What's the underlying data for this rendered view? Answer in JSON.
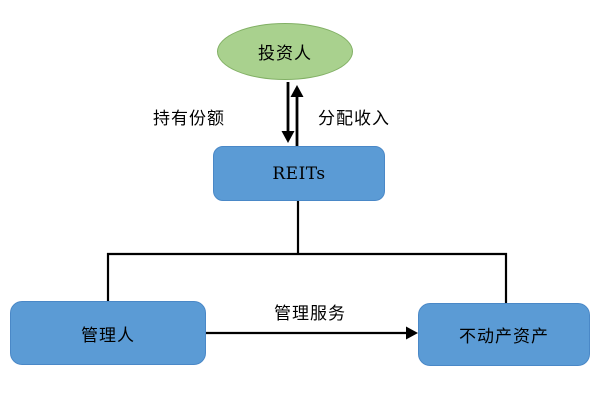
{
  "diagram": {
    "background": "#ffffff",
    "line_color": "#000000",
    "nodes": {
      "investor": {
        "label": "投资人",
        "shape": "ellipse",
        "fill": "#a9d18e",
        "border": "#82b065"
      },
      "reits": {
        "label": "REITs",
        "shape": "rounded-rect",
        "fill": "#5b9bd5",
        "border": "#4a88c7"
      },
      "manager": {
        "label": "管理人",
        "shape": "rounded-rect",
        "fill": "#5b9bd5",
        "border": "#4a88c7"
      },
      "real_estate_assets": {
        "label": "不动产资产",
        "shape": "rounded-rect",
        "fill": "#5b9bd5",
        "border": "#4a88c7"
      }
    },
    "edges": {
      "hold_shares": {
        "from": "investor",
        "to": "reits",
        "label": "持有份额",
        "arrow": "down"
      },
      "distribute_income": {
        "from": "reits",
        "to": "investor",
        "label": "分配收入",
        "arrow": "up"
      },
      "management_service": {
        "from": "manager",
        "to": "real_estate_assets",
        "label": "管理服务",
        "arrow": "right"
      },
      "reits_to_manager": {
        "from": "reits",
        "to": "manager",
        "label": "",
        "arrow": "none"
      },
      "reits_to_assets": {
        "from": "reits",
        "to": "real_estate_assets",
        "label": "",
        "arrow": "none"
      }
    }
  }
}
